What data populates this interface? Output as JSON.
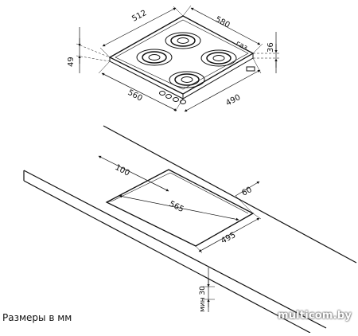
{
  "hob": {
    "dimensions": {
      "top_depth": "512",
      "top_width": "580",
      "front_width": "560",
      "front_depth": "490",
      "left_height": "49",
      "right_height": "36",
      "gas_label": "газ"
    },
    "burners": 4,
    "knobs": 4
  },
  "cutout": {
    "dimensions": {
      "edge_offset": "100",
      "cutout_width": "565",
      "cutout_depth": "495",
      "back_offset": "60",
      "min_thickness": "мин 30"
    }
  },
  "caption": "Размеры в мм",
  "watermark": "multicom.by"
}
